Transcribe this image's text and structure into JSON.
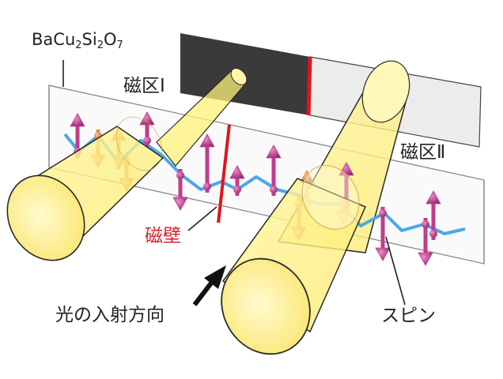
{
  "labels": {
    "formula": {
      "prefix": "BaCu",
      "sub1": "2",
      "mid": "Si",
      "sub2": "2",
      "mid2": "O",
      "sub3": "7"
    },
    "domain_1": "磁区Ⅰ",
    "domain_2": "磁区Ⅱ",
    "domain_wall": "磁壁",
    "light_direction": "光の入射方向",
    "spin": "スピン"
  },
  "colors": {
    "crystal_edge": "#808080",
    "screen_dark": "#3a3a3a",
    "screen_light": "#ececec",
    "domain_wall": "#e0141e",
    "beam_fill": "#fff27a",
    "beam_edge": "#2a2a2a",
    "chain": "#4aa8ea",
    "spin_magenta": "#c13c8c",
    "spin_orange": "#e88a3c",
    "arrow": "#111111"
  }
}
